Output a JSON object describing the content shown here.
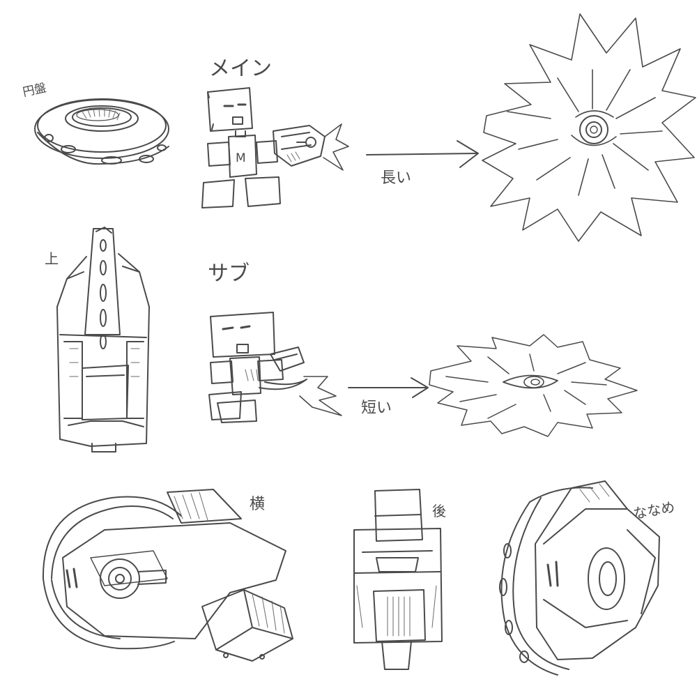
{
  "labels": {
    "disc": "円盤",
    "main": "メイン",
    "long": "長い",
    "sub": "サブ",
    "short": "短い",
    "top": "上",
    "side": "横",
    "back": "後",
    "diagonal": "ななめ",
    "chest_mark": "M"
  },
  "colors": {
    "ink": "#4a4a4a",
    "paper": "#ffffff"
  }
}
